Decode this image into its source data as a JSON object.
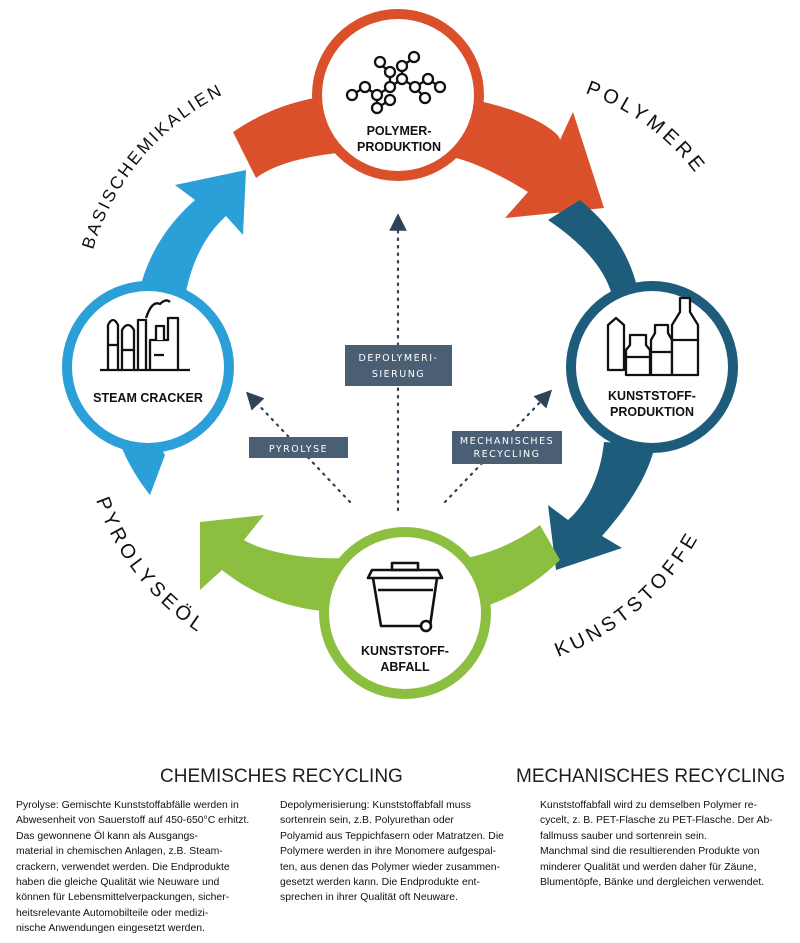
{
  "nodes": {
    "top": "POLYMER-\nPRODUKTION",
    "right": "KUNSTSTOFF-\nPRODUKTION",
    "bottom": "KUNSTSTOFF-\nABFALL",
    "left": "STEAM CRACKER"
  },
  "flows": {
    "polymere": "POLYMERE",
    "kunststoffe": "KUNSTSTOFFE",
    "pyrolyseoel": "PYROLYSEÖL",
    "basischemikalien": "BASISCHEMIKALIEN"
  },
  "processes": {
    "depolymerisierung": "DEPOLYMERI-\nSIERUNG",
    "pyrolyse": "PYROLYSE",
    "mechanisches": "MECHANISCHES\nRECYCLING"
  },
  "colors": {
    "orange": "#d9502a",
    "teal": "#1d5c7a",
    "green": "#8cbf3f",
    "blue": "#2b9fd8",
    "label_box": "#4a5e74"
  },
  "sections": {
    "chemisch": {
      "title": "CHEMISCHES RECYCLING",
      "pyrolyse_text": "Pyrolyse: Gemischte Kunststoffabfälle werden in\nAbwesenheit von Sauerstoff auf 450-650°C erhitzt.\nDas gewonnene Öl kann als Ausgangs-\nmaterial in chemischen Anlagen, z.B. Steam-\ncrackern, verwendet werden. Die Endprodukte\nhaben die gleiche Qualität wie Neuware und\nkönnen für Lebensmittelverpackungen, sicher-\nheitsrelevante Automobilteile oder medizi-\nnische Anwendungen eingesetzt werden.",
      "depoly_text": "Depolymerisierung: Kunststoffabfall muss\nsortenrein sein, z.B. Polyurethan oder\nPolyamid aus Teppichfasern oder Matratzen. Die\nPolymere werden in ihre Monomere aufgespal-\nten, aus denen das Polymer wieder zusammen-\ngesetzt werden kann. Die Endprodukte ent-\nsprechen in ihrer Qualität oft Neuware."
    },
    "mechanisch": {
      "title": "MECHANISCHES RECYCLING",
      "text": "Kunststoffabfall wird zu demselben Polymer re-\ncycelt, z. B. PET-Flasche zu PET-Flasche. Der Ab-\nfallmuss sauber und sortenrein sein.\nManchmal sind die resultierenden Produkte von\nminderer Qualität und werden daher für Zäune,\nBlumentöpfe, Bänke und dergleichen verwendet."
    }
  }
}
